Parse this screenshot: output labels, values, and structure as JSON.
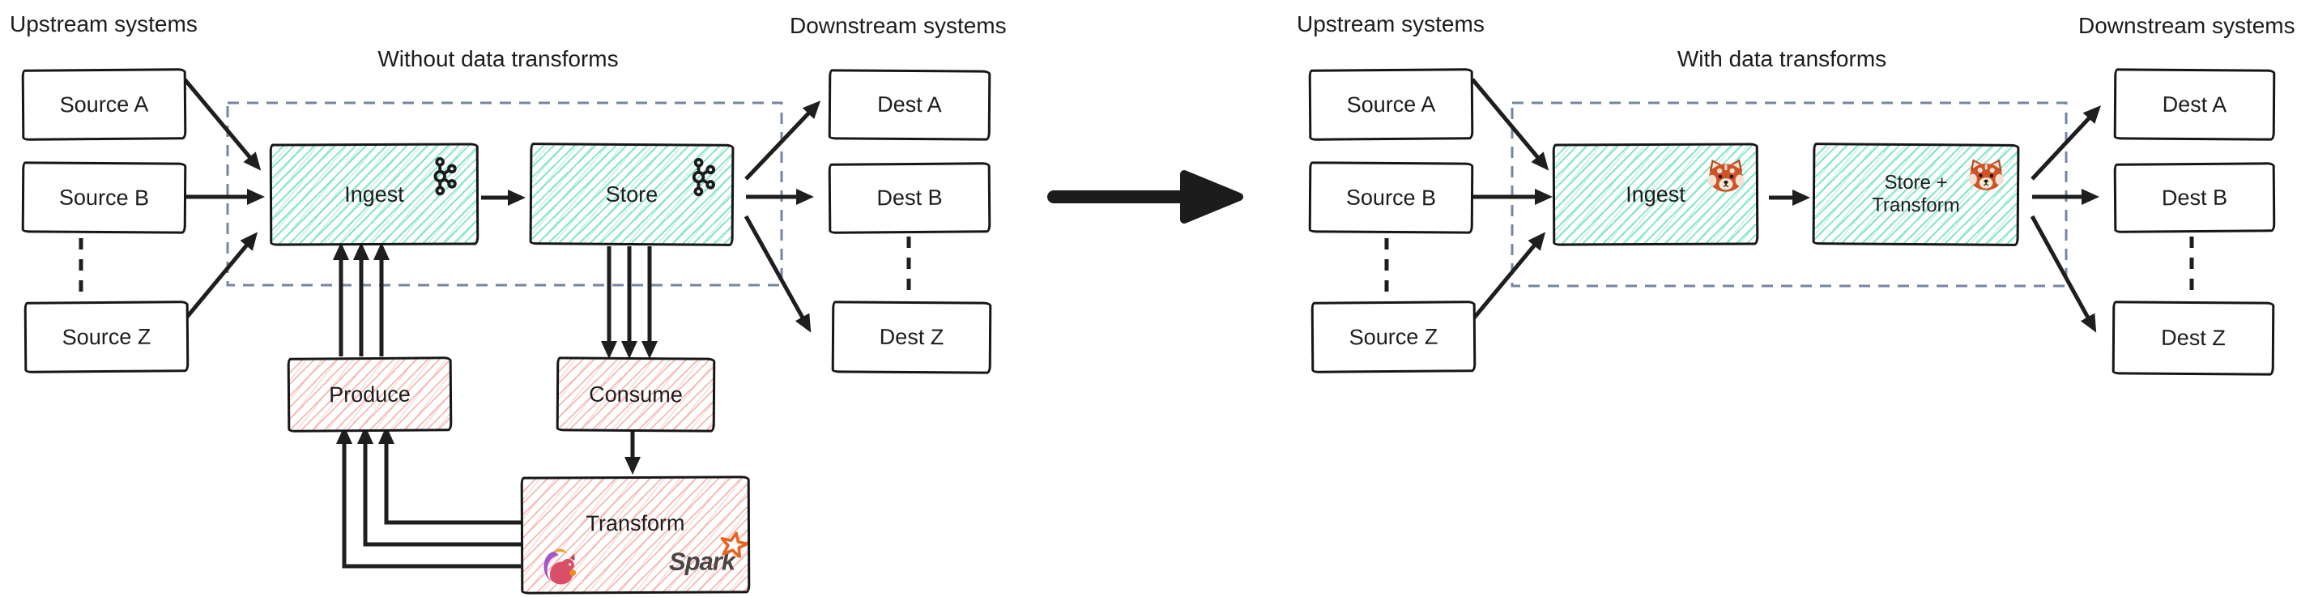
{
  "left": {
    "upstream_title": "Upstream systems",
    "caption": "Without data transforms",
    "downstream_title": "Downstream systems",
    "sources": [
      "Source A",
      "Source B",
      "Source Z"
    ],
    "dests": [
      "Dest A",
      "Dest B",
      "Dest Z"
    ],
    "ingest_label": "Ingest",
    "store_label": "Store",
    "produce_label": "Produce",
    "consume_label": "Consume",
    "transform_label": "Transform",
    "spark_label": "Spark"
  },
  "right": {
    "upstream_title": "Upstream systems",
    "caption": "With data transforms",
    "downstream_title": "Downstream systems",
    "sources": [
      "Source A",
      "Source B",
      "Source Z"
    ],
    "dests": [
      "Dest A",
      "Dest B",
      "Dest Z"
    ],
    "ingest_label": "Ingest",
    "store_transform_line1": "Store +",
    "store_transform_line2": "Transform"
  },
  "icons": {
    "kafka": "kafka-logo",
    "red_panda": "red-panda-face",
    "flink": "flink-squirrel",
    "spark_star": "spark-star"
  },
  "colors": {
    "mint_hatch": "#7fe5c3",
    "pink_hatch": "#f2aaa2",
    "dashed_border": "#7487a1",
    "arrow": "#1e1e1e",
    "box_border": "#161616",
    "text": "#1f1f1f",
    "spark_orange": "#e8641f",
    "panda_orange": "#cd5226"
  }
}
